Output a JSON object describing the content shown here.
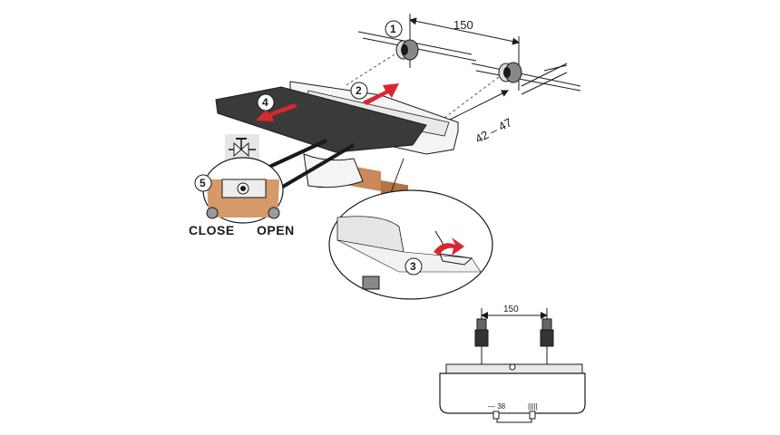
{
  "dimensions": {
    "valve_spacing": "150",
    "wall_offset": "42 – 47",
    "front_view_spacing": "150"
  },
  "steps": [
    "1",
    "2",
    "3",
    "4",
    "5"
  ],
  "detail_labels": {
    "close": "CLOSE",
    "open": "OPEN"
  },
  "front_view_marks": {
    "left": "— 38",
    "right": "|||||"
  },
  "colors": {
    "arrow_red": "#d8272f",
    "brass": "#d49a6a",
    "shelf": "#3a3a3a",
    "line": "#1a1a1a"
  }
}
